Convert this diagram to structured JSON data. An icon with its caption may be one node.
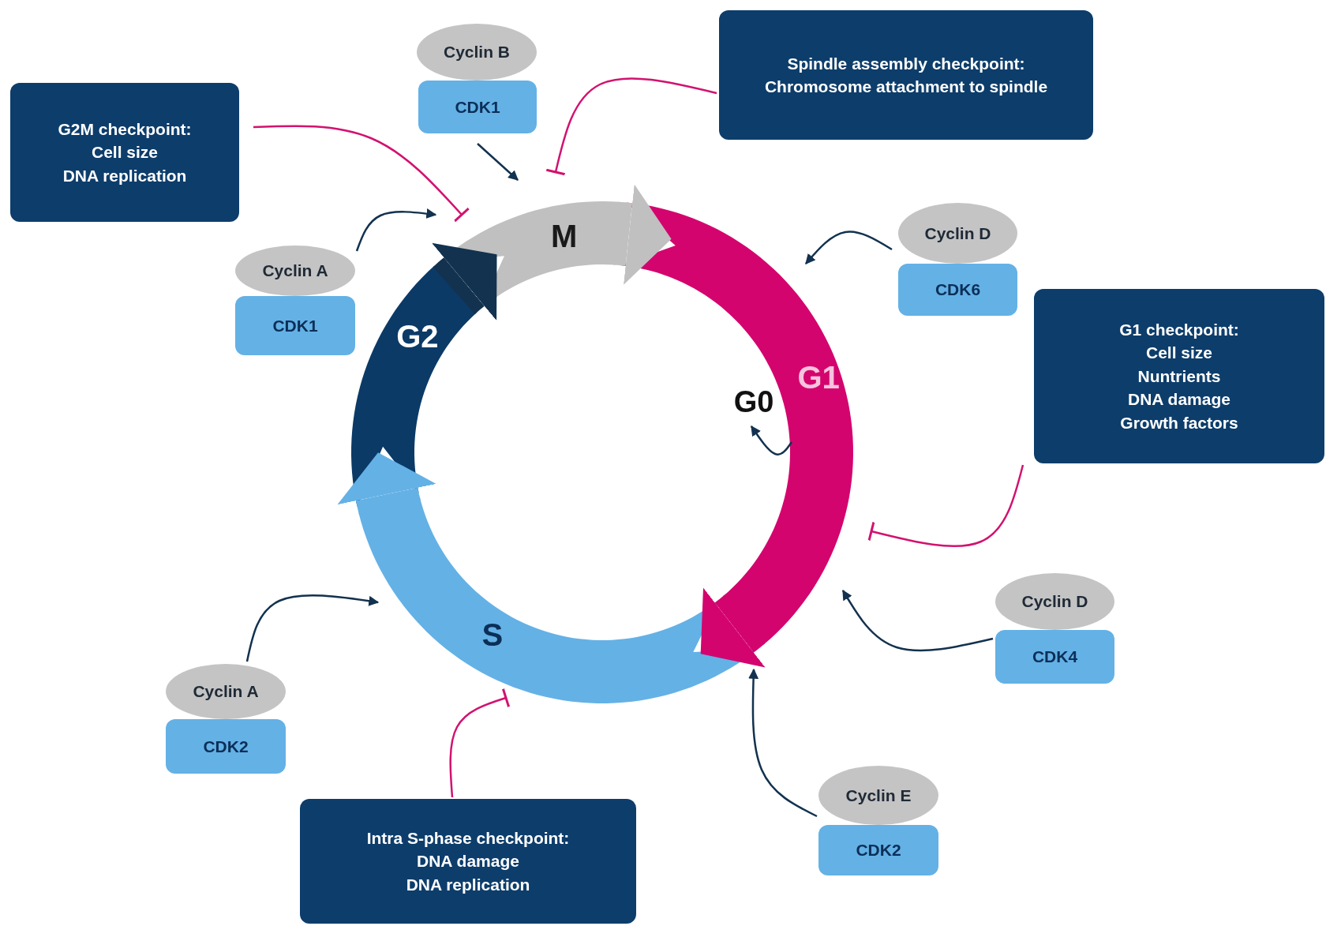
{
  "diagram": {
    "nodes": [
      {
        "text": [
          "Cyclin B"
        ]
      },
      {
        "text": [
          "CDK1"
        ]
      },
      {
        "text": [
          "Spindle assembly checkpoint:",
          "Chromosome attachment to spindle"
        ]
      },
      {
        "text": [
          "G2M checkpoint:",
          "Cell size",
          "DNA replication"
        ]
      },
      {
        "text": [
          "M"
        ]
      },
      {
        "text": [
          "Cyclin D"
        ]
      },
      {
        "text": [
          "CDK6"
        ]
      },
      {
        "text": [
          "Cyclin A"
        ]
      },
      {
        "text": [
          "CDK1"
        ]
      },
      {
        "text": [
          "G1 checkpoint:",
          "Cell size",
          "Nuntrients",
          "DNA damage",
          "Growth factors"
        ]
      },
      {
        "text": [
          "G2"
        ]
      },
      {
        "text": [
          "G1"
        ]
      },
      {
        "text": [
          "G0"
        ]
      },
      {
        "text": [
          "S"
        ]
      },
      {
        "text": [
          "Cyclin D"
        ]
      },
      {
        "text": [
          "CDK4"
        ]
      },
      {
        "text": [
          "Cyclin A"
        ]
      },
      {
        "text": [
          "CDK2"
        ]
      },
      {
        "text": [
          "Cyclin E"
        ]
      },
      {
        "text": [
          "CDK2"
        ]
      },
      {
        "text": [
          "Intra S-phase checkpoint:",
          "DNA damage",
          "DNA replication"
        ]
      }
    ],
    "edges": [
      {
        "from": 1,
        "to": 4,
        "arrow": "to"
      },
      {
        "from": 3,
        "to": 4,
        "arrow": "other",
        "color": "#d2126f"
      },
      {
        "from": 2,
        "to": 4,
        "arrow": "other",
        "color": "#d2126f"
      },
      {
        "from": 7,
        "to": 4,
        "arrow": "to"
      },
      {
        "from": 5,
        "to": 11,
        "arrow": "to"
      },
      {
        "from": 9,
        "to": 11,
        "arrow": "other",
        "color": "#d2126f"
      },
      {
        "from": 11,
        "to": 12,
        "arrow": "to"
      },
      {
        "from": 15,
        "to": 11,
        "arrow": "to"
      },
      {
        "from": 19,
        "to": 11,
        "arrow": "to"
      },
      {
        "from": 16,
        "to": 13,
        "arrow": "to"
      },
      {
        "from": 20,
        "to": 13,
        "arrow": "other",
        "color": "#d2126f"
      },
      {
        "from": 10,
        "to": 4,
        "arrow": "to",
        "style": "thick"
      },
      {
        "from": 4,
        "to": 11,
        "arrow": "to",
        "style": "thick",
        "color": "#c0c0c0"
      },
      {
        "from": 11,
        "to": 13,
        "arrow": "to",
        "style": "thick",
        "color": "#d4046e"
      },
      {
        "from": 13,
        "to": 10,
        "arrow": "to",
        "style": "thick",
        "color": "#64b1e6"
      }
    ]
  }
}
